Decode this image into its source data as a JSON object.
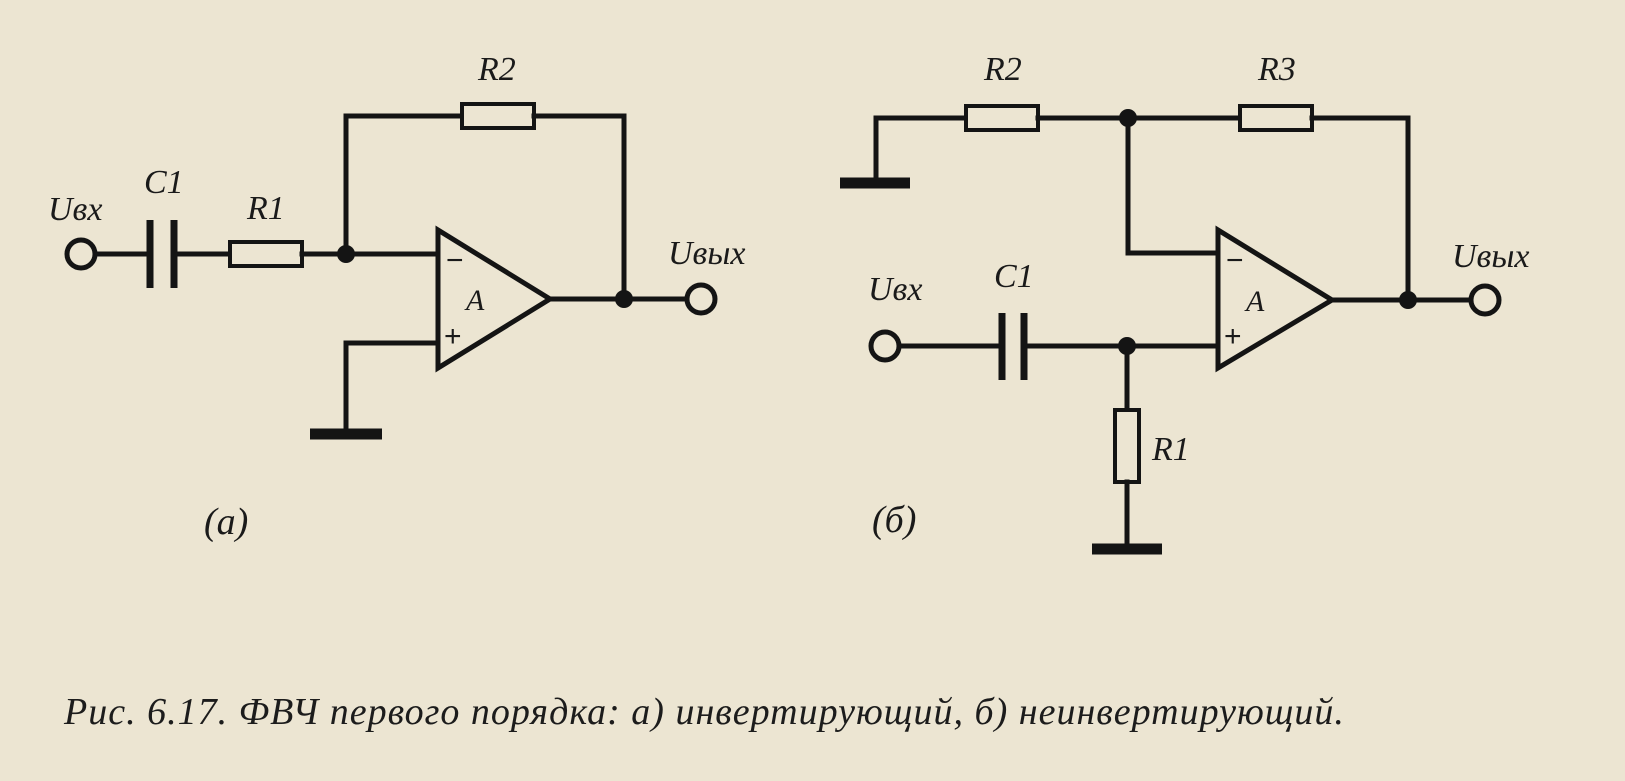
{
  "circuit_a": {
    "input_label": "Uвх",
    "output_label": "Uвых",
    "c1_label": "C1",
    "r1_label": "R1",
    "r2_label": "R2",
    "opamp_label": "A",
    "minus_sign": "−",
    "plus_sign": "+",
    "panel_label": "(а)"
  },
  "circuit_b": {
    "input_label": "Uвх",
    "output_label": "Uвых",
    "c1_label": "C1",
    "r1_label": "R1",
    "r2_label": "R2",
    "r3_label": "R3",
    "opamp_label": "A",
    "minus_sign": "−",
    "plus_sign": "+",
    "panel_label": "(б)"
  },
  "caption": "Рис. 6.17. ФВЧ первого порядка: а) инвертирующий, б) неинвертирующий."
}
